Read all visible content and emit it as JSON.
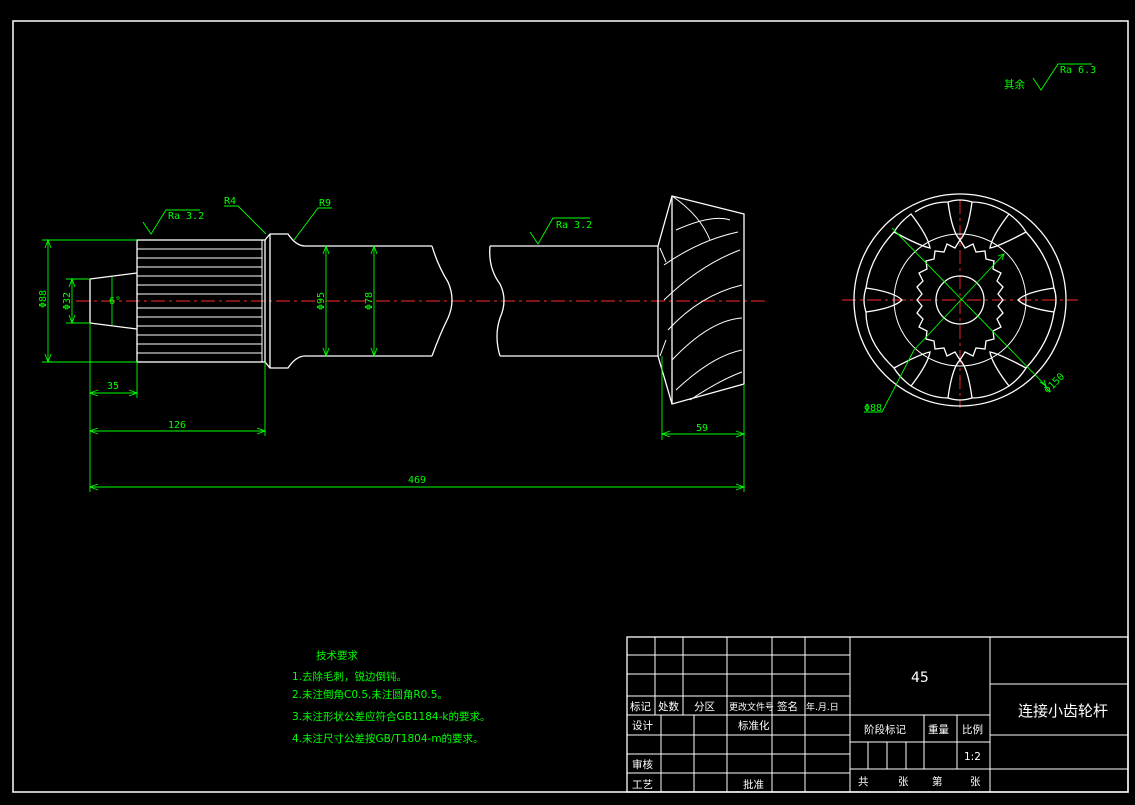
{
  "surface_finish": {
    "general_prefix": "其余",
    "general": "Ra 6.3",
    "spline": "Ra 3.2",
    "shaft": "Ra 3.2"
  },
  "radii": {
    "r1": "R4",
    "r2": "R9"
  },
  "dimensions": {
    "d_spline": "Φ88",
    "d_end": "Φ32",
    "angle": "6°",
    "d_neck": "Φ95",
    "d_shaft": "Φ78",
    "len_end": "35",
    "len_spline": "126",
    "len_gear": "59",
    "len_total": "469",
    "d_bore": "Φ88",
    "d_gear": "Φ150"
  },
  "tech_requirements": {
    "title": "技术要求",
    "items": [
      "1.去除毛刺，锐边倒钝。",
      "2.未注倒角C0.5,未注圆角R0.5。",
      "3.未注形状公差应符合GB1184-k的要求。",
      "4.未注尺寸公差按GB/T1804-m的要求。"
    ]
  },
  "title_block": {
    "material": "45",
    "part_name": "连接小齿轮杆",
    "rev_headers": [
      "标记",
      "处数",
      "分区",
      "更改文件号",
      "签名",
      "年.月.日"
    ],
    "design": "设计",
    "standardize": "标准化",
    "check": "审核",
    "process": "工艺",
    "approve": "批准",
    "stage_mark": "阶段标记",
    "weight": "重量",
    "scale": "比例",
    "scale_value": "1:2",
    "total": "共",
    "sheets": "张",
    "sheet_no": "第",
    "sheet_unit": "张"
  }
}
